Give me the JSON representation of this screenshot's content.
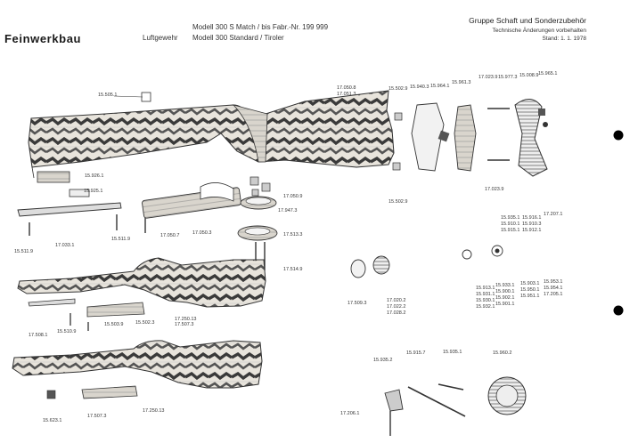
{
  "header": {
    "brand": "Feinwerkbau",
    "subtitle": "Luftgewehr",
    "model_line_1": "Modell 300 S Match / bis Fabr.-Nr. 199 999",
    "model_line_2": "Modell 300 Standard / Tiroler",
    "group_title": "Gruppe Schaft und Sonderzubehör",
    "note": "Technische Änderungen vorbehalten",
    "date": "Stand: 1. 1. 1978"
  },
  "part_labels": [
    "15.505.1",
    "15.926.1",
    "15.925.1",
    "17.033.1",
    "15.511.9",
    "15.511.9",
    "17.050.7",
    "17.050.3",
    "17.050.9",
    "17.947.3",
    "17.513.3",
    "17.514.9",
    "15.502.9",
    "15.940.3",
    "15.964.1",
    "15.961.3",
    "17.023.9",
    "15.977.3",
    "15.008.9",
    "15.965.1",
    "15.502.9",
    "17.023.9",
    "17.050.8",
    "17.051.3",
    "17.508.1",
    "15.510.9",
    "15.503.9",
    "15.502.3",
    "17.250.13",
    "17.507.3",
    "17.509.3",
    "17.020.2",
    "17.022.2",
    "17.028.2",
    "15.623.1",
    "17.250.13",
    "17.507.3",
    "15.935.2",
    "15.915.7",
    "15.935.1",
    "15.960.2",
    "15.935.1",
    "15.910.1",
    "15.915.1",
    "15.916.1",
    "15.910.3",
    "15.912.1",
    "15.913.1",
    "15.931.1",
    "15.930.1",
    "15.932.1",
    "15.933.1",
    "15.900.1",
    "15.902.1",
    "15.901.1",
    "15.903.1",
    "15.950.1",
    "15.951.1",
    "15.953.1",
    "15.954.1",
    "17.205.1",
    "17.206.1",
    "17.207.1"
  ]
}
